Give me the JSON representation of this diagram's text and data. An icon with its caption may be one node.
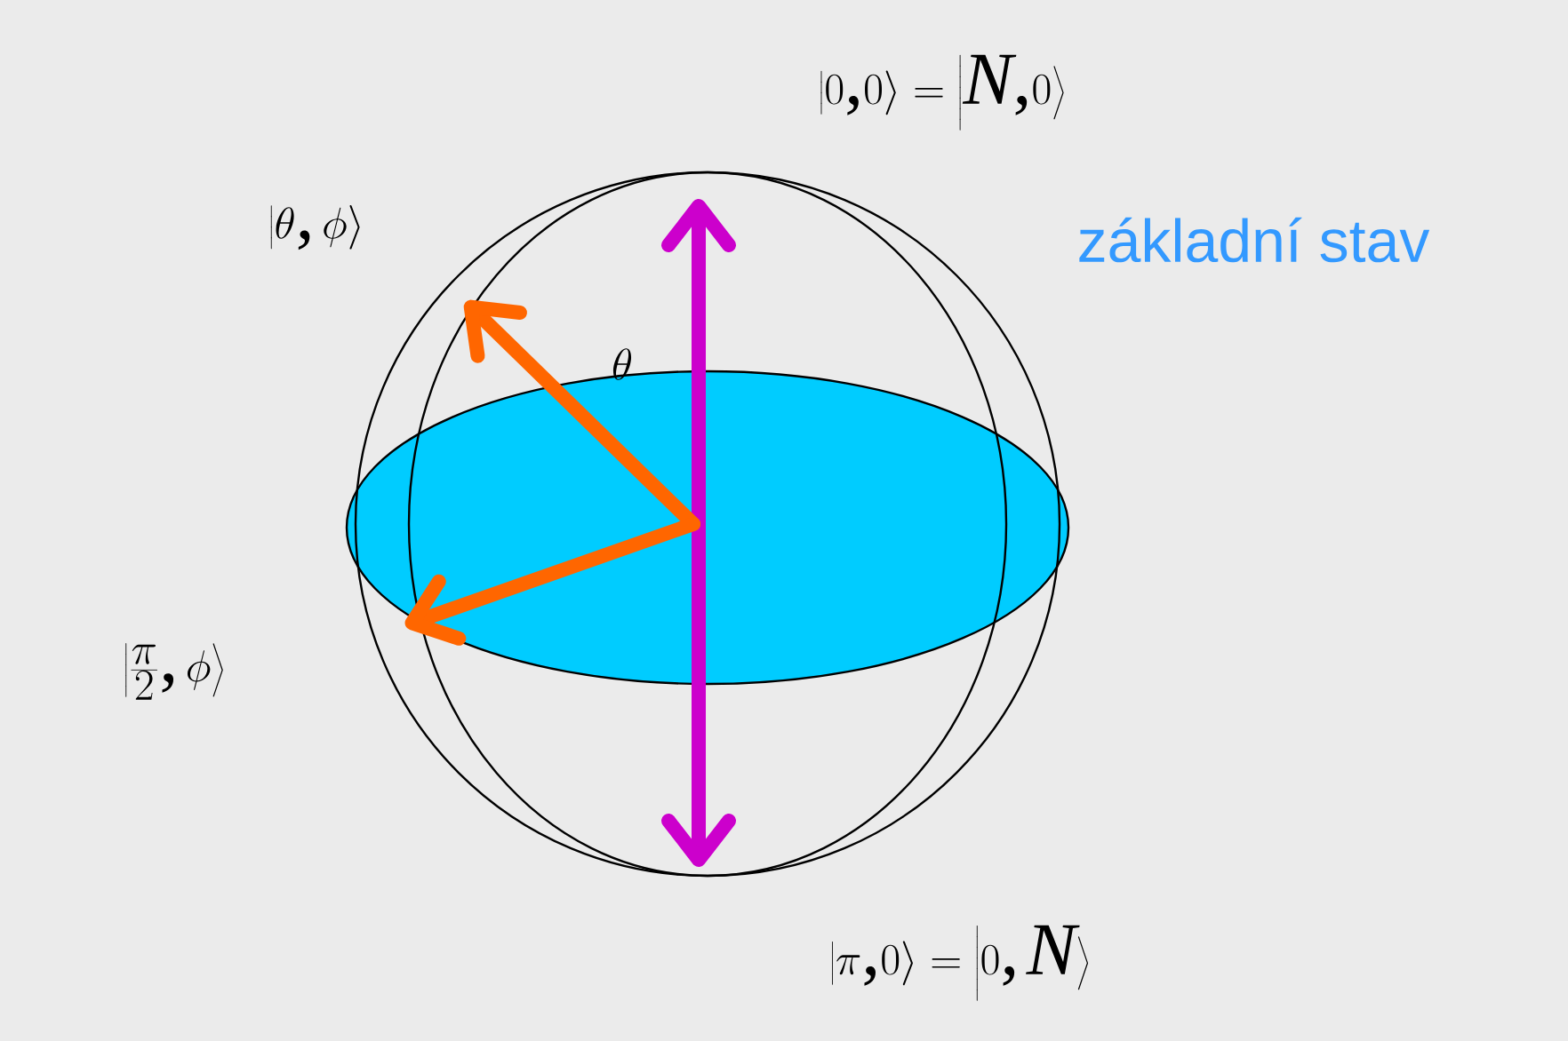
{
  "diagram": {
    "labels": [
      "\\left|0{,}0\\right\\rangle=\\left|N{,}0\\right\\rangle",
      "\\left|\\theta,\\phi\\right\\rangle",
      "základní stav",
      "\\theta",
      "\\left|\\frac{\\pi}{2},\\phi\\right\\rangle",
      "\\left|\\pi{,}0\\right\\rangle=\\left|0,N\\right\\rangle"
    ]
  }
}
